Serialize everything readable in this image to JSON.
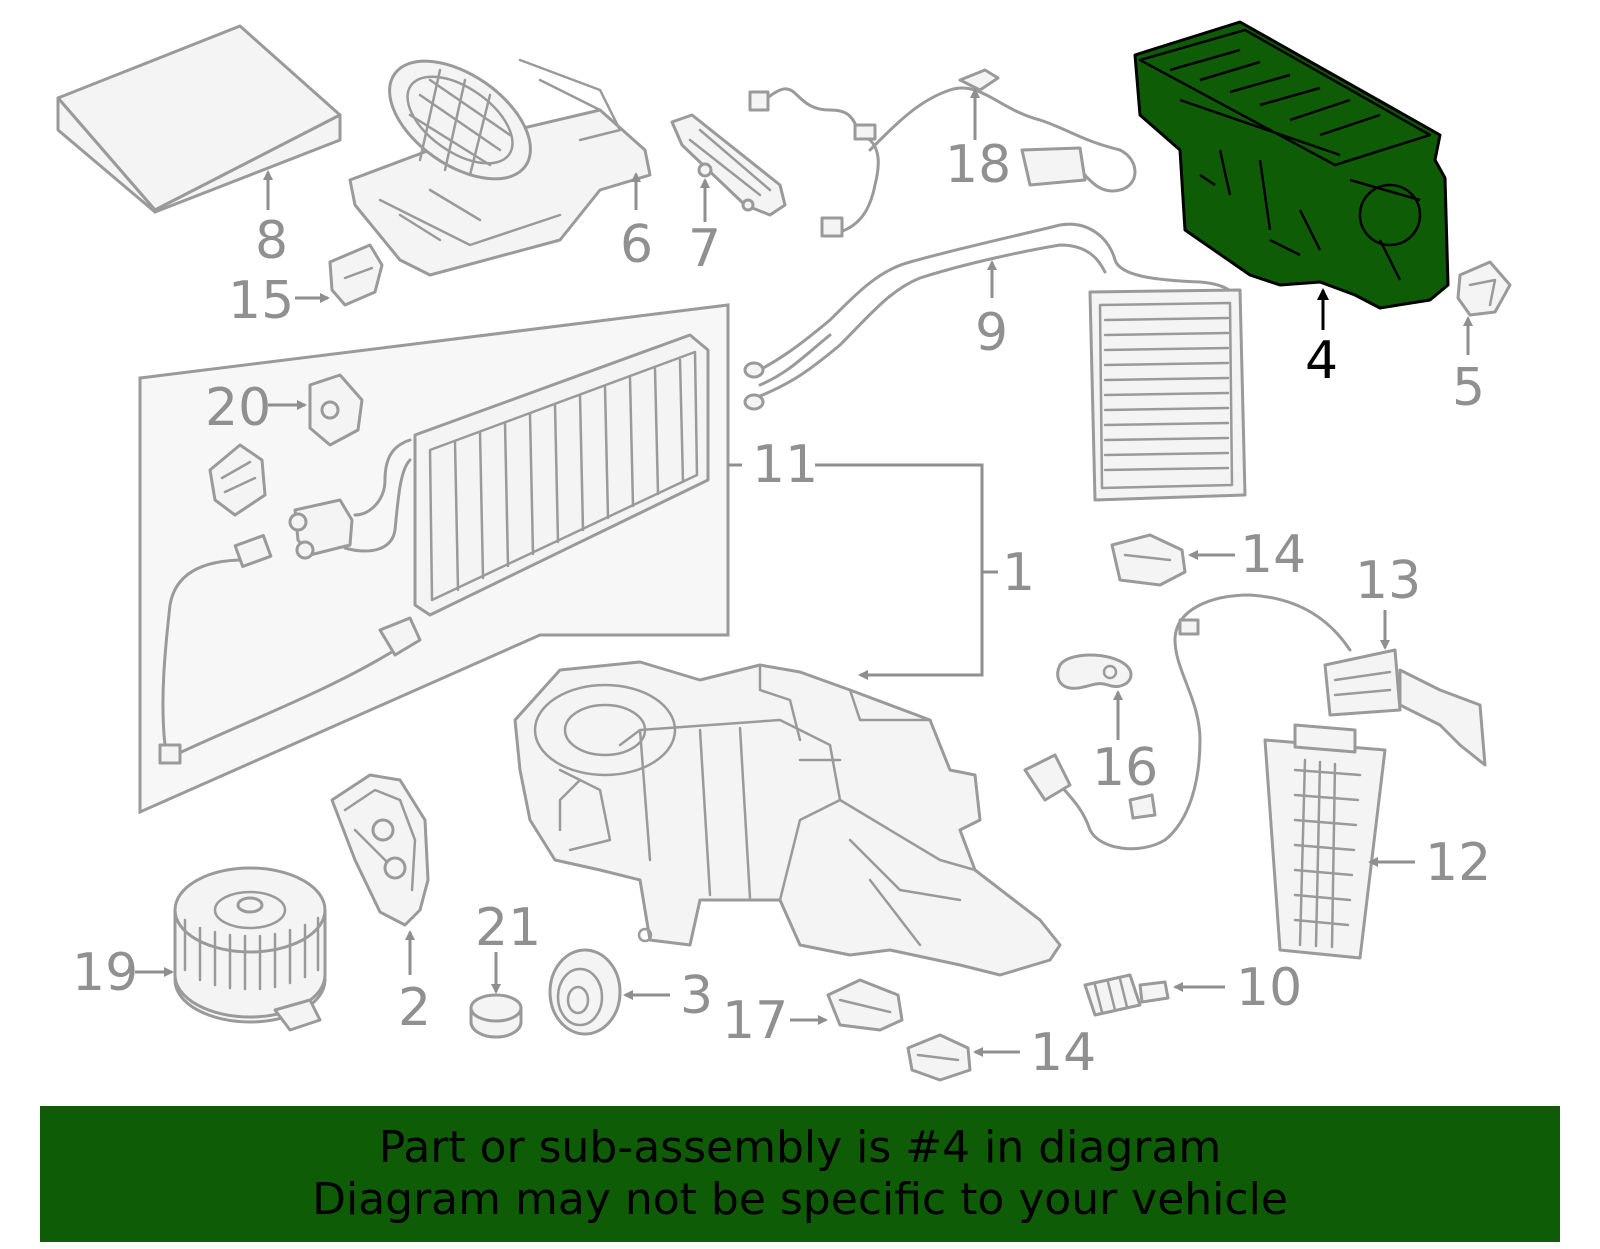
{
  "diagram": {
    "highlight_color": "#0f5c06",
    "outline_color": "#9a9a9a",
    "callouts": {
      "c1": "1",
      "c2": "2",
      "c3": "3",
      "c4": "4",
      "c5": "5",
      "c6": "6",
      "c7": "7",
      "c8": "8",
      "c9": "9",
      "c10": "10",
      "c11": "11",
      "c12": "12",
      "c13": "13",
      "c14a": "14",
      "c14b": "14",
      "c15": "15",
      "c16": "16",
      "c17": "17",
      "c18": "18",
      "c19": "19",
      "c20": "20",
      "c21": "21"
    },
    "highlighted_part": "4"
  },
  "banner": {
    "line1": "Part or sub-assembly is #4 in diagram",
    "line2": "Diagram may not be specific to your vehicle",
    "background": "#0f5c06"
  }
}
